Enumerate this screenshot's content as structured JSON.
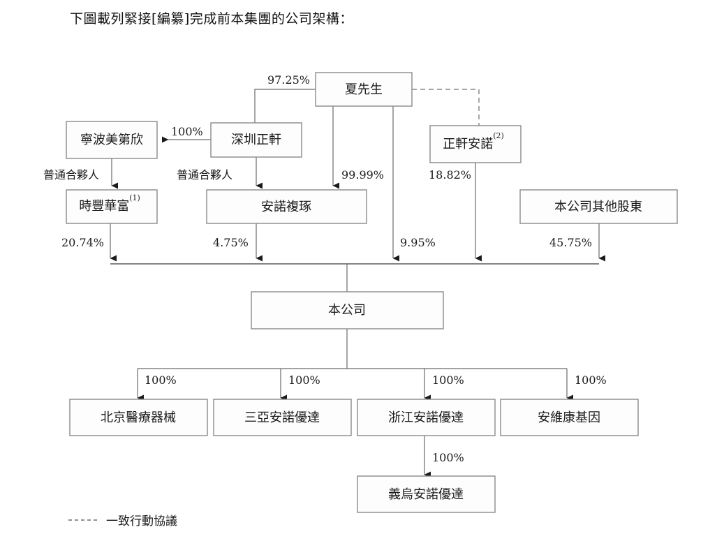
{
  "document": {
    "intro_text": "下圖載列緊接[編纂]完成前本集團的公司架構："
  },
  "nodes": {
    "mr_xia": "夏先生",
    "ningbo_meidixin": "寧波美第欣",
    "shenzhen_zhengxuan": "深圳正軒",
    "zhengxuan_annuo": "正軒安諾",
    "zhengxuan_annuo_sup": "(2)",
    "shifeng_huafu": "時豐華富",
    "shifeng_huafu_sup": "(1)",
    "annuo_fuzhuo": "安諾複琢",
    "other_shareholders": "本公司其他股東",
    "the_company": "本公司",
    "beijing_medical": "北京醫療器械",
    "sanya_annuo_youda": "三亞安諾優達",
    "zhejiang_annuo_youda": "浙江安諾優達",
    "anweikang_genetics": "安維康基因",
    "yiwu_annuo_youda": "義烏安諾優達"
  },
  "edges": {
    "xia_to_shenzhen": "97.25%",
    "shenzhen_to_ningbo": "100%",
    "ningbo_to_shifeng": "普通合夥人",
    "shenzhen_to_annuofuzhuo": "普通合夥人",
    "xia_to_annuofuzhuo": "99.99%",
    "zhengxuan_annuo_to_company": "18.82%",
    "shifeng_to_company": "20.74%",
    "annuofuzhuo_to_company": "4.75%",
    "xia_to_company": "9.95%",
    "others_to_company": "45.75%",
    "company_to_beijing": "100%",
    "company_to_sanya": "100%",
    "company_to_zhejiang": "100%",
    "company_to_anweikang": "100%",
    "zhejiang_to_yiwu": "100%"
  },
  "legend": {
    "concert_party": "一致行動協議"
  },
  "colors": {
    "box_stroke": "#8a8a8a",
    "box_fill": "#fdfdfd",
    "line": "#3a3a3a",
    "dashed_line": "#8a8a8a",
    "text": "#1a1a1a"
  }
}
